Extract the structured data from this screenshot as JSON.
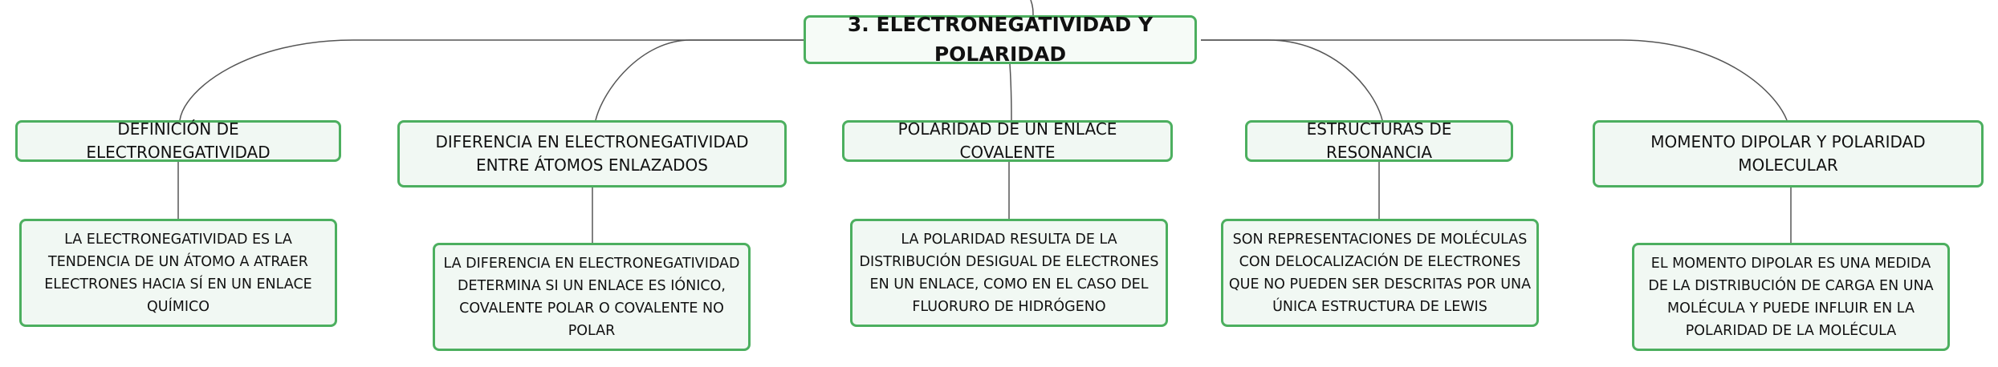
{
  "root": {
    "label": "3. ELECTRONEGATIVIDAD Y POLARIDAD"
  },
  "topics": [
    {
      "label": "DEFINICIÓN DE ELECTRONEGATIVIDAD",
      "detail": "LA ELECTRONEGATIVIDAD ES LA TENDENCIA DE UN ÁTOMO A ATRAER ELECTRONES HACIA SÍ EN UN ENLACE QUÍMICO"
    },
    {
      "label": "DIFERENCIA EN ELECTRONEGATIVIDAD ENTRE ÁTOMOS ENLAZADOS",
      "detail": "LA DIFERENCIA EN ELECTRONEGATIVIDAD DETERMINA SI UN ENLACE ES IÓNICO, COVALENTE POLAR O COVALENTE NO POLAR"
    },
    {
      "label": "POLARIDAD DE UN ENLACE COVALENTE",
      "detail": "LA POLARIDAD RESULTA DE LA DISTRIBUCIÓN DESIGUAL DE ELECTRONES EN UN ENLACE, COMO EN EL CASO DEL FLUORURO DE HIDRÓGENO"
    },
    {
      "label": "ESTRUCTURAS DE RESONANCIA",
      "detail": "SON REPRESENTACIONES DE MOLÉCULAS CON DELOCALIZACIÓN DE ELECTRONES QUE NO PUEDEN SER DESCRITAS POR UNA ÚNICA ESTRUCTURA DE LEWIS"
    },
    {
      "label": "MOMENTO DIPOLAR Y POLARIDAD MOLECULAR",
      "detail": "EL MOMENTO DIPOLAR ES UNA MEDIDA DE LA DISTRIBUCIÓN DE CARGA EN UNA MOLÉCULA Y PUEDE INFLUIR EN LA POLARIDAD DE LA MOLÉCULA"
    }
  ],
  "colors": {
    "node_border": "#4caf5f",
    "node_fill": "#f1f8f3",
    "connector": "#555555",
    "text": "#111111"
  }
}
